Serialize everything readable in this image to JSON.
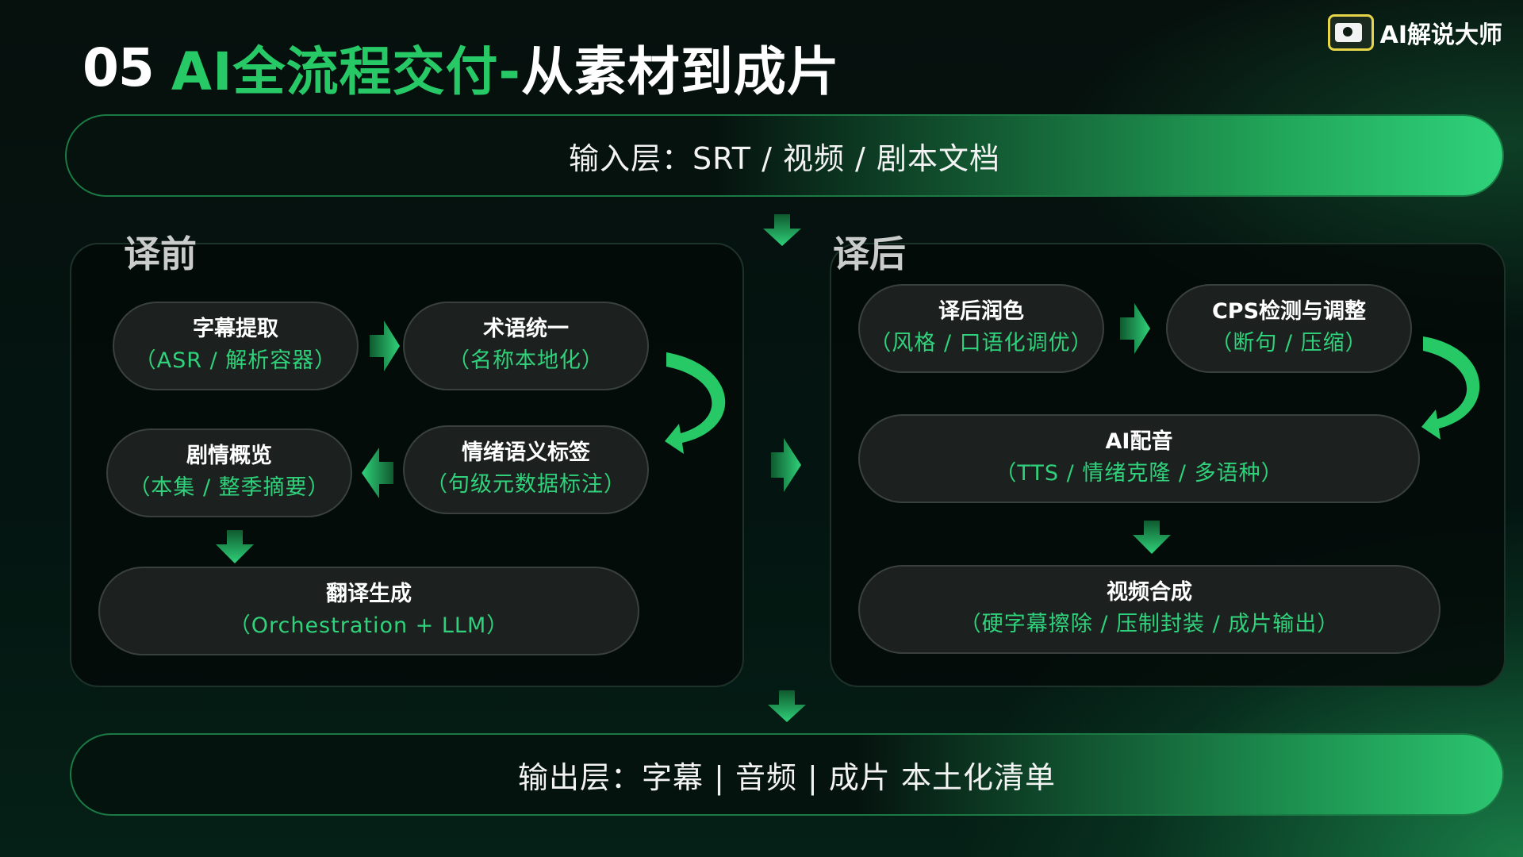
{
  "title": {
    "number": "05",
    "green": "AI全流程交付-",
    "white": "从素材到成片"
  },
  "logo": {
    "text": "AI解说大师",
    "icon": "film-eye-logo-icon"
  },
  "input_bar": {
    "text": "输入层：SRT / 视频 / 剧本文档"
  },
  "output_bar": {
    "text": "输出层：字幕 | 音频 | 成片   本土化清单"
  },
  "pre": {
    "label": "译前",
    "nodes": {
      "subtitle_extract": {
        "title": "字幕提取",
        "sub": "（ASR / 解析容器）"
      },
      "term_unify": {
        "title": "术语统一",
        "sub": "（名称本地化）"
      },
      "plot_overview": {
        "title": "剧情概览",
        "sub": "（本集 / 整季摘要）"
      },
      "emotion_tag": {
        "title": "情绪语义标签",
        "sub": "（句级元数据标注）"
      },
      "translate_gen": {
        "title": "翻译生成",
        "sub": "（Orchestration + LLM）"
      }
    }
  },
  "post": {
    "label": "译后",
    "nodes": {
      "polish": {
        "title": "译后润色",
        "sub": "（风格 / 口语化调优）"
      },
      "cps": {
        "title": "CPS检测与调整",
        "sub": "（断句 / 压缩）"
      },
      "ai_dub": {
        "title": "AI配音",
        "sub": "（TTS / 情绪克隆 / 多语种）"
      },
      "video_comp": {
        "title": "视频合成",
        "sub": "（硬字幕擦除 / 压制封装 / 成片输出）"
      }
    }
  },
  "colors": {
    "accent": "#27c866",
    "accent_light": "#2fd27a",
    "node_bg": "#1c2120",
    "background": "#04100c"
  }
}
